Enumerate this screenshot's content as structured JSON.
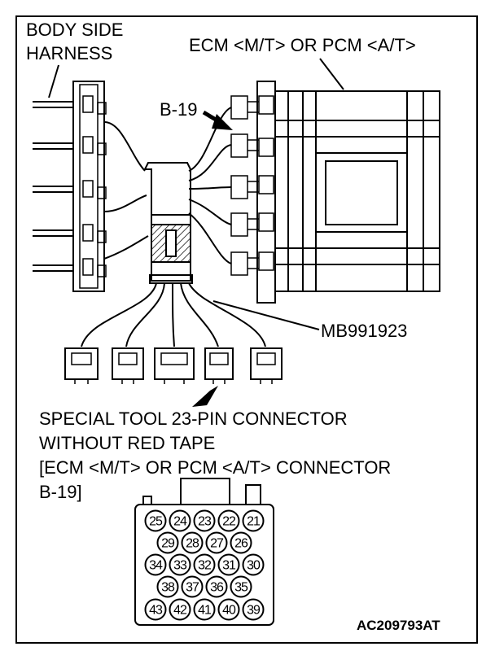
{
  "labels": {
    "body_side_line1": "BODY SIDE",
    "body_side_line2": "HARNESS",
    "ecm_pcm": "ECM <M/T> OR PCM <A/T>",
    "b19": "B-19",
    "tool_part_no": "MB991923",
    "special_tool_line1": "SPECIAL TOOL 23-PIN CONNECTOR",
    "special_tool_line2": "WITHOUT RED TAPE",
    "connector_line1": "[ECM <M/T> OR PCM <A/T> CONNECTOR",
    "connector_line2": "B-19]",
    "figure_code": "AC209793AT"
  },
  "connector_pins": {
    "row1": [
      "25",
      "24",
      "23",
      "22",
      "21"
    ],
    "row2": [
      "29",
      "28",
      "27",
      "26"
    ],
    "row3": [
      "34",
      "33",
      "32",
      "31",
      "30"
    ],
    "row4": [
      "38",
      "37",
      "36",
      "35"
    ],
    "row5": [
      "43",
      "42",
      "41",
      "40",
      "39"
    ]
  }
}
